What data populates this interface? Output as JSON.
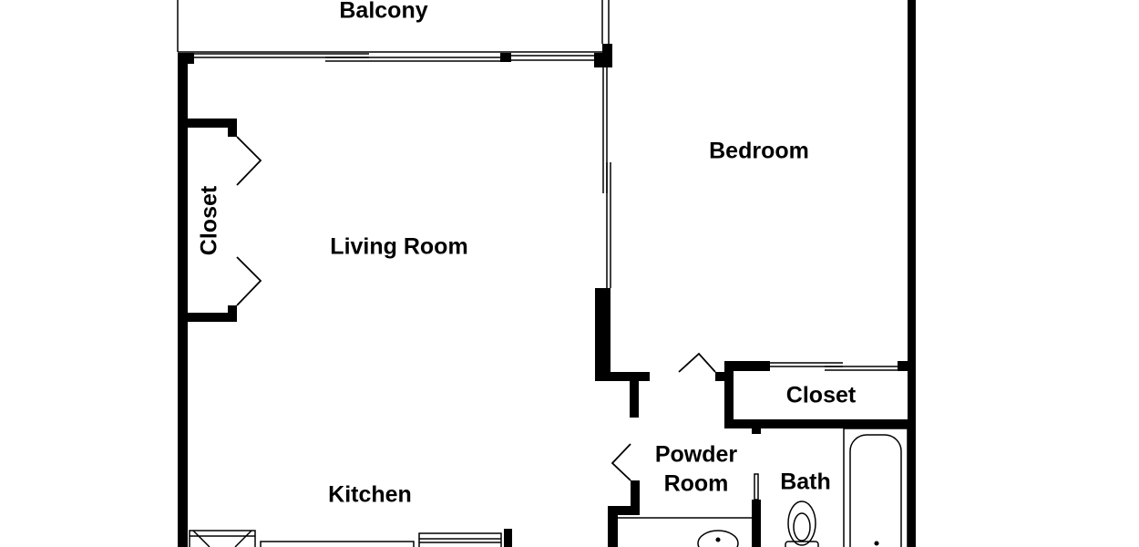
{
  "colors": {
    "wall": "#000000",
    "background": "#ffffff",
    "fixture_stroke": "#000000"
  },
  "rooms": {
    "balcony": "Balcony",
    "bedroom": "Bedroom",
    "living_room": "Living Room",
    "closet_left": "Closet",
    "closet_bedroom": "Closet",
    "kitchen": "Kitchen",
    "powder_room_line1": "Powder",
    "powder_room_line2": "Room",
    "bath": "Bath"
  }
}
